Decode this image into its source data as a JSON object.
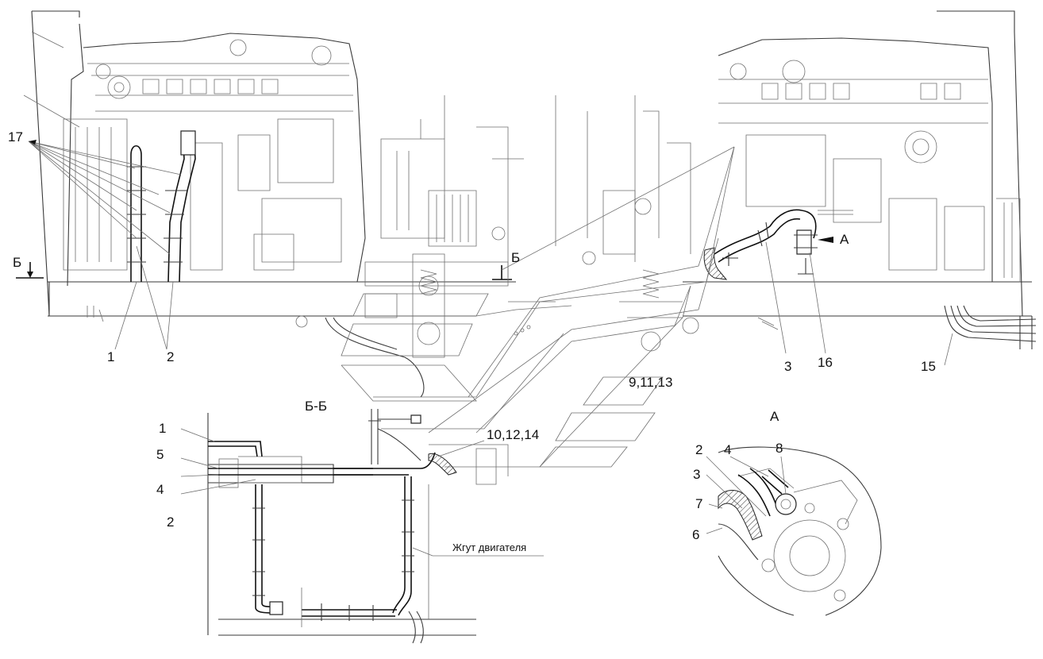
{
  "callouts": {
    "c17": "17",
    "c1": "1",
    "c2": "2",
    "c3": "3",
    "c16": "16",
    "c15": "15",
    "c9_11_13": "9,11,13",
    "c10_12_14": "10,12,14"
  },
  "section_marks": {
    "b_left": "Б",
    "b_right": "Б",
    "a_arrow": "А"
  },
  "view_bb": {
    "title": "Б-Б",
    "items": [
      "1",
      "5",
      "4",
      "2"
    ],
    "harness_label": "Жгут двигателя"
  },
  "view_a": {
    "title": "А",
    "items": [
      "2",
      "4",
      "8",
      "3",
      "7",
      "6"
    ]
  },
  "colors": {
    "line": "#3a3a3a",
    "background": "#ffffff"
  }
}
